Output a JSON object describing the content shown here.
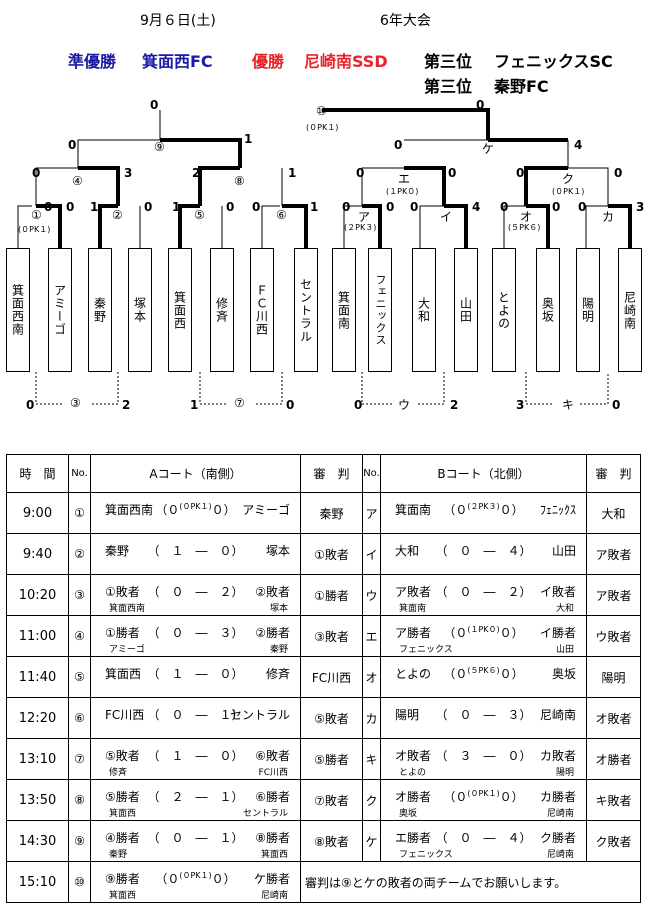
{
  "header": {
    "date": "9月６日(土)",
    "event": "6年大会"
  },
  "results": {
    "runner_up_label": "準優勝",
    "runner_up": "箕面西FC",
    "champion_label": "優勝",
    "champion": "尼崎南SSD",
    "third_label_1": "第三位",
    "third_1": "フェニックスSC",
    "third_label_2": "第三位",
    "third_2": "秦野FC"
  },
  "colors": {
    "runner_up": "#1a1aa6",
    "champion": "#e8242b"
  },
  "bracket": {
    "teams": [
      "箕面西南",
      "アミーゴ",
      "秦野",
      "塚本",
      "箕面西",
      "修斉",
      "ＦＣ川西",
      "セントラル",
      "箕面南",
      "フェニックス",
      "大和",
      "山田",
      "とよの",
      "奥坂",
      "陽明",
      "尼崎南"
    ],
    "labels": {
      "m1": "①",
      "m2": "②",
      "m3": "③",
      "m4": "④",
      "m5": "⑤",
      "m6": "⑥",
      "m7": "⑦",
      "m8": "⑧",
      "m9": "⑨",
      "m10": "⑩",
      "a": "ア",
      "i": "イ",
      "u": "ウ",
      "e": "エ",
      "o": "オ",
      "ka": "カ",
      "ki": "キ",
      "ku": "ク",
      "ke": "ケ"
    },
    "pk": {
      "m1": "(０PK１)",
      "a": "(２PK３)",
      "e": "(１PK０)",
      "o": "(５PK６)",
      "ku": "(０PK１)",
      "m10": "(０PK１)"
    },
    "scores": {
      "m1_l": "0",
      "m1_r": "0",
      "m2_l": "1",
      "m2_r": "0",
      "m4_l": "0",
      "m4_r": "3",
      "m5_l": "1",
      "m5_r": "0",
      "m6_l": "0",
      "m6_r": "1",
      "m8_l": "2",
      "m8_r": "1",
      "m9_l": "0",
      "m9_r": "1",
      "m10_l": "0",
      "m10_r": "0",
      "a_l": "0",
      "a_r": "0",
      "i_l": "0",
      "i_r": "4",
      "e_l": "0",
      "e_r": "0",
      "o_l": "0",
      "o_r": "0",
      "ka_l": "0",
      "ka_r": "3",
      "ku_l": "0",
      "ku_r": "0",
      "ke_l": "0",
      "ke_r": "4",
      "m3_l": "0",
      "m3_r": "2",
      "m7_l": "1",
      "m7_r": "0",
      "u_l": "0",
      "u_r": "2",
      "ki_l": "3",
      "ki_r": "0"
    }
  },
  "schedule": {
    "headers": {
      "time": "時　間",
      "no": "No.",
      "a_court": "Aコート（南側）",
      "ref": "審　判",
      "no2": "No.",
      "b_court": "Bコート（北側）",
      "ref2": "審　判"
    },
    "rows": [
      {
        "time": "9:00",
        "a_no": "①",
        "a_left": "箕面西南",
        "a_right": "アミーゴ",
        "a_score": "（０",
        "a_pk": "(０PK１)",
        "a_score2": "０）",
        "a_ls": "",
        "a_rs": "",
        "a_ref": "秦野",
        "b_no": "ア",
        "b_left": "箕面南",
        "b_right": "ﾌｪﾆｯｸｽ",
        "b_score": "（０",
        "b_pk": "(２PK３)",
        "b_score2": "０）",
        "b_ls": "",
        "b_rs": "",
        "b_ref": "大和"
      },
      {
        "time": "9:40",
        "a_no": "②",
        "a_left": "秦野",
        "a_right": "塚本",
        "a_score": "（　１　―　０）",
        "a_pk": "",
        "a_score2": "",
        "a_ls": "",
        "a_rs": "",
        "a_ref": "①敗者",
        "b_no": "イ",
        "b_left": "大和",
        "b_right": "山田",
        "b_score": "（　０　―　４）",
        "b_pk": "",
        "b_score2": "",
        "b_ls": "",
        "b_rs": "",
        "b_ref": "ア敗者"
      },
      {
        "time": "10:20",
        "a_no": "③",
        "a_left": "①敗者",
        "a_right": "②敗者",
        "a_score": "（　０　―　２）",
        "a_pk": "",
        "a_score2": "",
        "a_ls": "箕面西南",
        "a_rs": "塚本",
        "a_ref": "①勝者",
        "b_no": "ウ",
        "b_left": "ア敗者",
        "b_right": "イ敗者",
        "b_score": "（　０　―　２）",
        "b_pk": "",
        "b_score2": "",
        "b_ls": "箕面南",
        "b_rs": "大和",
        "b_ref": "ア敗者"
      },
      {
        "time": "11:00",
        "a_no": "④",
        "a_left": "①勝者",
        "a_right": "②勝者",
        "a_score": "（　０　―　３）",
        "a_pk": "",
        "a_score2": "",
        "a_ls": "アミーゴ",
        "a_rs": "秦野",
        "a_ref": "③敗者",
        "b_no": "エ",
        "b_left": "ア勝者",
        "b_right": "イ勝者",
        "b_score": "（０",
        "b_pk": "(１PK０)",
        "b_score2": "０）",
        "b_ls": "フェニックス",
        "b_rs": "山田",
        "b_ref": "ウ敗者"
      },
      {
        "time": "11:40",
        "a_no": "⑤",
        "a_left": "箕面西",
        "a_right": "修斉",
        "a_score": "（　１　―　０）",
        "a_pk": "",
        "a_score2": "",
        "a_ls": "",
        "a_rs": "",
        "a_ref": "FC川西",
        "b_no": "オ",
        "b_left": "とよの",
        "b_right": "奥坂",
        "b_score": "（０",
        "b_pk": "(５PK６)",
        "b_score2": "０）",
        "b_ls": "",
        "b_rs": "",
        "b_ref": "陽明"
      },
      {
        "time": "12:20",
        "a_no": "⑥",
        "a_left": "FC川西",
        "a_right": "セントラル",
        "a_score": "（　０　―　１）",
        "a_pk": "",
        "a_score2": "",
        "a_ls": "",
        "a_rs": "",
        "a_ref": "⑤敗者",
        "b_no": "カ",
        "b_left": "陽明",
        "b_right": "尼崎南",
        "b_score": "（　０　―　３）",
        "b_pk": "",
        "b_score2": "",
        "b_ls": "",
        "b_rs": "",
        "b_ref": "オ敗者"
      },
      {
        "time": "13:10",
        "a_no": "⑦",
        "a_left": "⑤敗者",
        "a_right": "⑥敗者",
        "a_score": "（　１　―　０）",
        "a_pk": "",
        "a_score2": "",
        "a_ls": "修斉",
        "a_rs": "FC川西",
        "a_ref": "⑤勝者",
        "b_no": "キ",
        "b_left": "オ敗者",
        "b_right": "カ敗者",
        "b_score": "（　３　―　０）",
        "b_pk": "",
        "b_score2": "",
        "b_ls": "とよの",
        "b_rs": "陽明",
        "b_ref": "オ勝者"
      },
      {
        "time": "13:50",
        "a_no": "⑧",
        "a_left": "⑤勝者",
        "a_right": "⑥勝者",
        "a_score": "（　２　―　１）",
        "a_pk": "",
        "a_score2": "",
        "a_ls": "箕面西",
        "a_rs": "セントラル",
        "a_ref": "⑦敗者",
        "b_no": "ク",
        "b_left": "オ勝者",
        "b_right": "カ勝者",
        "b_score": "（０",
        "b_pk": "(０PK１)",
        "b_score2": "０）",
        "b_ls": "奥坂",
        "b_rs": "尼崎南",
        "b_ref": "キ敗者"
      },
      {
        "time": "14:30",
        "a_no": "⑨",
        "a_left": "④勝者",
        "a_right": "⑧勝者",
        "a_score": "（　０　―　１）",
        "a_pk": "",
        "a_score2": "",
        "a_ls": "秦野",
        "a_rs": "箕面西",
        "a_ref": "⑧敗者",
        "b_no": "ケ",
        "b_left": "エ勝者",
        "b_right": "ク勝者",
        "b_score": "（　０　―　４）",
        "b_pk": "",
        "b_score2": "",
        "b_ls": "フェニックス",
        "b_rs": "尼崎南",
        "b_ref": "ク敗者"
      }
    ],
    "final": {
      "time": "15:10",
      "no": "⑩",
      "left": "⑨勝者",
      "right": "ケ勝者",
      "score": "（０",
      "pk": "(０PK１)",
      "score2": "０）",
      "ls": "箕面西",
      "rs": "尼崎南",
      "note": "審判は⑨とケの敗者の両チームでお願いします。"
    }
  }
}
